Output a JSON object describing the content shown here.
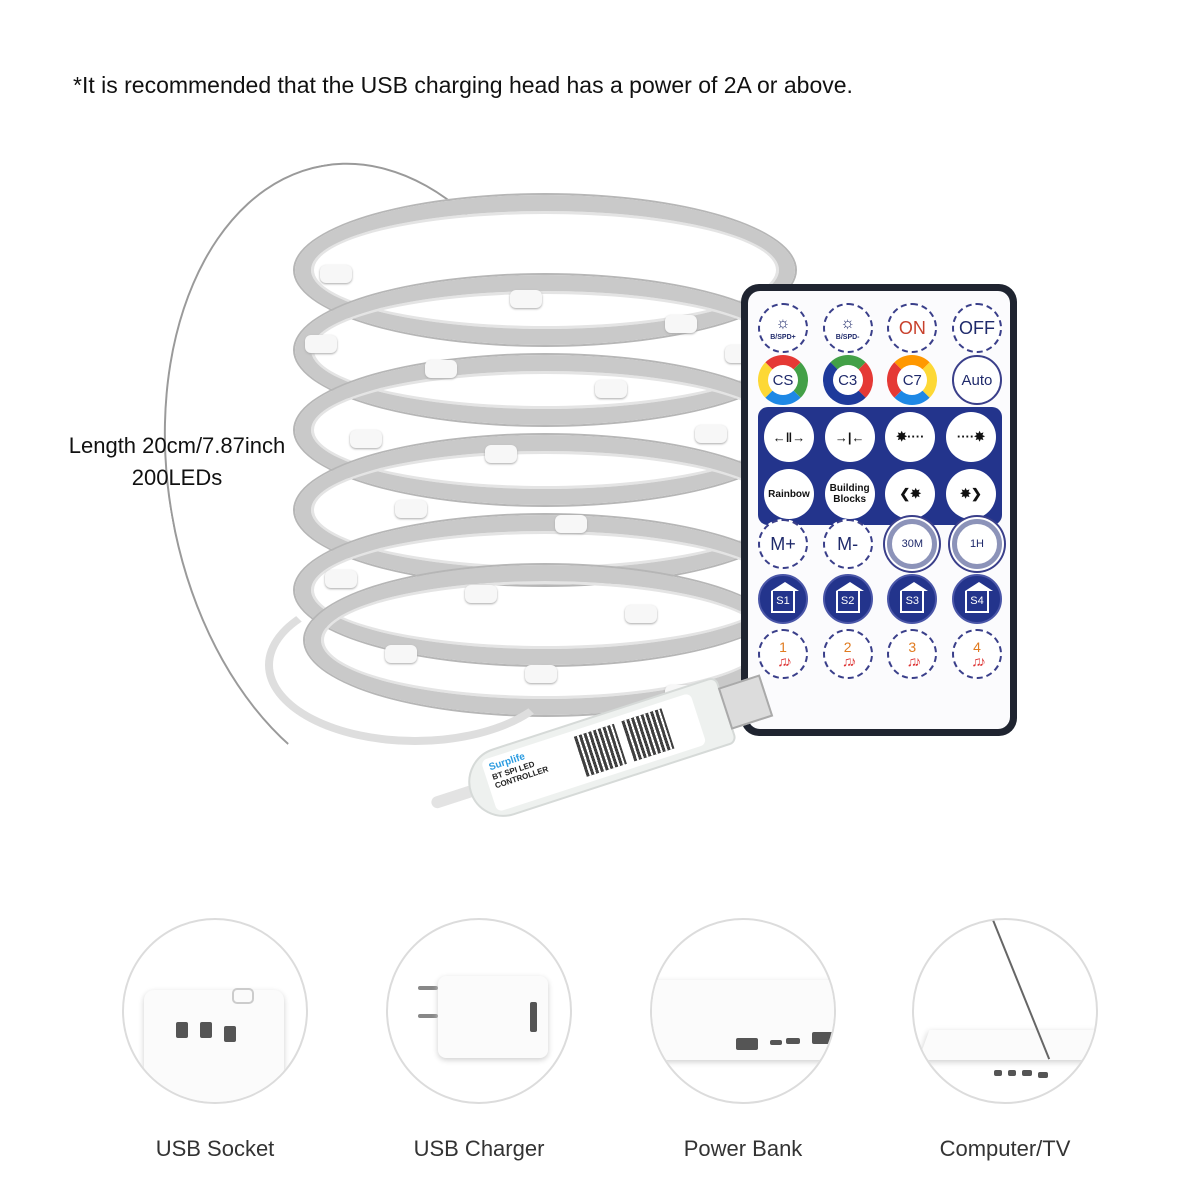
{
  "header": {
    "notice": "*It is recommended that the USB charging head has a power of 2A or above."
  },
  "product": {
    "length_label": "Length 20cm/7.87inch",
    "led_count_label": "200LEDs"
  },
  "remote": {
    "rows": [
      [
        {
          "label": "B/SPD+",
          "icon": "sun-plus-icon"
        },
        {
          "label": "B/SPD-",
          "icon": "sun-minus-icon"
        },
        {
          "label": "ON"
        },
        {
          "label": "OFF"
        }
      ],
      [
        {
          "label": "CS"
        },
        {
          "label": "C3"
        },
        {
          "label": "C7"
        },
        {
          "label": "Auto"
        }
      ],
      [
        {
          "label": "←‖→",
          "icon": "expand-arrows-icon"
        },
        {
          "label": "→|←",
          "icon": "collapse-arrows-icon"
        },
        {
          "label": "✸····",
          "icon": "chase-right-icon"
        },
        {
          "label": "····✸",
          "icon": "chase-left-icon"
        }
      ],
      [
        {
          "label": "Rainbow"
        },
        {
          "label": "Building Blocks"
        },
        {
          "label": "❮✸",
          "icon": "direction-left-icon"
        },
        {
          "label": "✸❯",
          "icon": "direction-right-icon"
        }
      ],
      [
        {
          "label": "M+"
        },
        {
          "label": "M-"
        },
        {
          "label": "30M",
          "icon": "timer-icon"
        },
        {
          "label": "1H",
          "icon": "timer-icon"
        }
      ],
      [
        {
          "label": "S1",
          "icon": "home-scene-icon"
        },
        {
          "label": "S2",
          "icon": "home-scene-icon"
        },
        {
          "label": "S3",
          "icon": "home-scene-icon"
        },
        {
          "label": "S4",
          "icon": "home-scene-icon"
        }
      ],
      [
        {
          "label": "1",
          "icon": "music-note-icon"
        },
        {
          "label": "2",
          "icon": "music-note-icon"
        },
        {
          "label": "3",
          "icon": "music-note-icon"
        },
        {
          "label": "4",
          "icon": "music-note-icon"
        }
      ]
    ],
    "note_glyph": "♫♪",
    "colors": {
      "body": "#1f2430",
      "accent": "#23348c",
      "on": "#c8412c"
    }
  },
  "controller": {
    "brand": "Surplife",
    "title_line1": "BT SPI LED",
    "title_line2": "CONTROLLER"
  },
  "power_sources": [
    {
      "label": "USB Socket"
    },
    {
      "label": "USB Charger"
    },
    {
      "label": "Power Bank"
    },
    {
      "label": "Computer/TV"
    }
  ]
}
